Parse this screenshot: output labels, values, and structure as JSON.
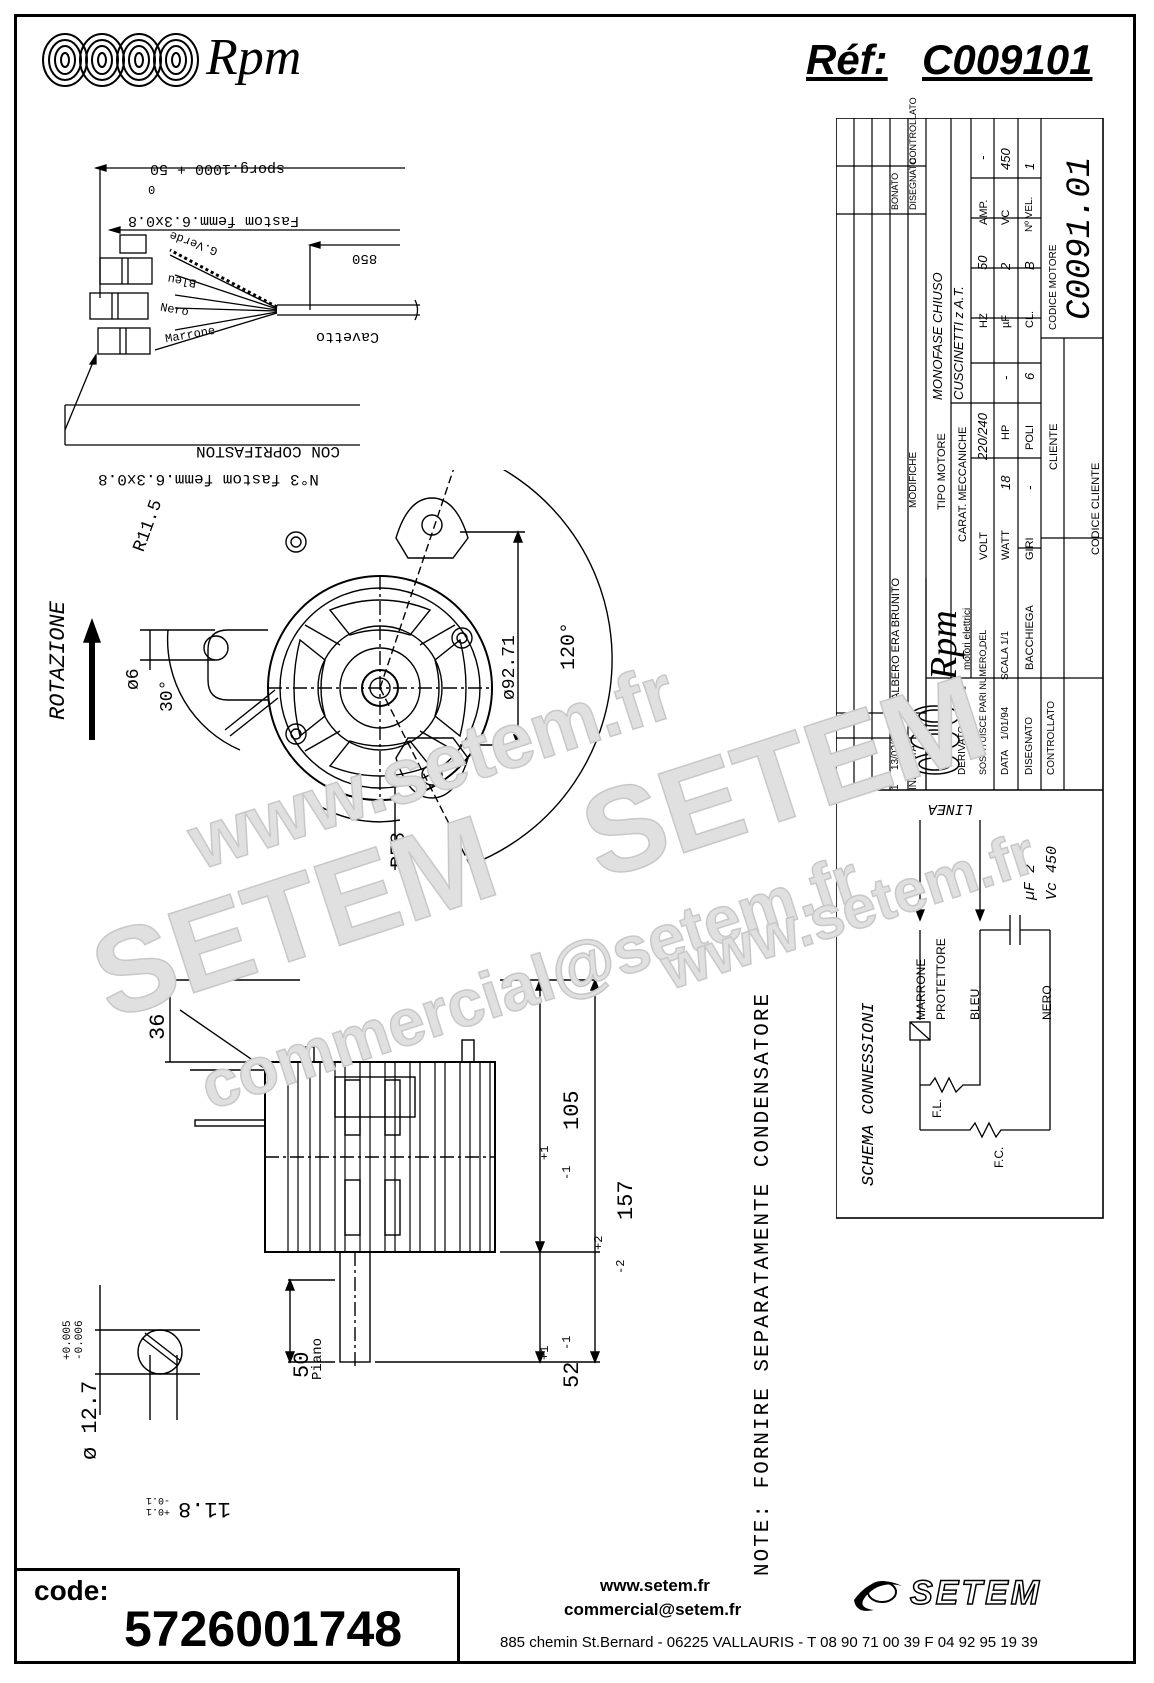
{
  "header": {
    "brand": "Rpm",
    "ref_label": "Réf:",
    "ref_code": "C009101"
  },
  "wiring": {
    "sporg": "sporg.1000 + 50",
    "sporg_tol": "0",
    "faston_single": "Fastom femm.6.3x0.8",
    "length_850": "850",
    "wire_verde": "G.Verde",
    "wire_bleu": "Bleu",
    "wire_nero": "Nero",
    "wire_marrone": "Marrone",
    "cavetto": "Cavetto",
    "con_coprifaston": "CON COPRIFASTON",
    "n3_faston": "N°3 fastom femm.6.3x0.8"
  },
  "front_view": {
    "rotation": "ROTAZIONE",
    "r11": "R11.5",
    "d6": "ø6",
    "a30": "30°",
    "d92": "ø92.71",
    "a120": "120°",
    "r58": "R58"
  },
  "side_view": {
    "d36": "36",
    "d105": "105",
    "d105_tol_up": "+1",
    "d105_tol_dn": "-1",
    "d157": "157",
    "d157_tol_up": "+2",
    "d157_tol_dn": "-2",
    "d50": "50",
    "piano": "Piano",
    "d52": "52",
    "d52_tol_up": "+1",
    "d52_tol_dn": "-1",
    "shaft_d": "ø 12.7",
    "shaft_tol_up": "+0.005",
    "shaft_tol_dn": "-0.006",
    "flat": "11.8",
    "flat_tol": "+0.1 -0.1"
  },
  "note": "NOTE: FORNIRE SEPARATAMENTE CONDENSATORE",
  "title_block": {
    "rev_ind": "IND",
    "rev_data": "DATA",
    "rev_mod": "MODIFICHE",
    "rev_dis": "DISEGNATO",
    "rev_ctrl": "CONTROLLATO",
    "rev_1_ind": "1",
    "rev_1_date": "13/02/04",
    "rev_1_desc": "ALBERO ERA BRUNITO",
    "rev_1_by": "BONATO",
    "rpm_sub": "motori elettrici",
    "tipo_motore_label": "TIPO MOTORE",
    "tipo_motore": "MONOFASE CHIUSO",
    "carat_label": "CARAT. MECCANICHE",
    "carat": "CUSCINETTI z A.T.",
    "volt_label": "VOLT",
    "volt": "220/240",
    "hz_label": "HZ",
    "hz": "50",
    "amp_label": "AMP.",
    "amp": "-",
    "watt_label": "WATT",
    "watt": "18",
    "hp_label": "HP",
    "hp": "-",
    "uf_label": "µF",
    "uf": "2",
    "vc_label": "VC",
    "vc": "450",
    "giri_label": "GIRI",
    "giri": "-",
    "poli_label": "POLI",
    "poli": "6",
    "cl_label": "CL.",
    "cl": "B",
    "nvel_label": "Nº VEL.",
    "nvel": "1",
    "derivato_label": "DERIVATO DA:",
    "derivato": "-",
    "sostituisce_label": "SOSTITUISCE PARI NUMERO DEL",
    "sostituisce": "-",
    "data_label": "DATA",
    "data": "1/01/94",
    "scala_label": "SCALA",
    "scala": "1/1",
    "cliente_label": "CLIENTE",
    "disegnato_label": "DISEGNATO",
    "disegnato": "BACCHIEGA",
    "controllato_label": "CONTROLLATO",
    "codice_cliente_label": "CODICE CLIENTE",
    "codice_motore_label": "CODICE MOTORE",
    "codice_motore": "C0091.01"
  },
  "schema": {
    "title": "SCHEMA CONNESSIONI",
    "linea": "LINEA",
    "marrone": "MARRONE",
    "protettore": "PROTETTORE",
    "bleu": "BLEU",
    "nero": "NERO",
    "fl": "F.L.",
    "fc": "F.C.",
    "cap_uf": "µF 2",
    "cap_vc": "Vc 450"
  },
  "watermark": {
    "url1": "www.setem.fr",
    "brand": "SETEM",
    "brand2": "SETEM",
    "email": "commercial@setem.fr",
    "url2": "www.setem.fr"
  },
  "footer": {
    "code_label": "code:",
    "code_value": "5726001748",
    "web": "www.setem.fr",
    "email": "commercial@setem.fr",
    "address": "885 chemin St.Bernard  -  06225 VALLAURIS  -  T 08 90 71 00 39  F 04 92 95 19 39",
    "setem_logo": "SETEM"
  }
}
